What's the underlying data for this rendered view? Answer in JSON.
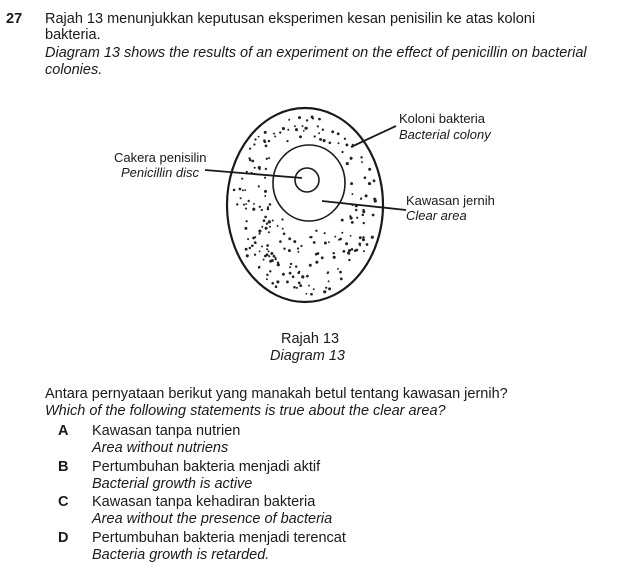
{
  "question": {
    "number": "27",
    "malay_line1": "Rajah 13 menunjukkan keputusan eksperimen kesan penisilin ke atas koloni",
    "malay_line2": "bakteria.",
    "english_line1": "Diagram 13 shows the results of an experiment on the effect of penicillin on bacterial",
    "english_line2": "colonies."
  },
  "diagram": {
    "label_colony_malay": "Koloni bakteria",
    "label_colony_english": "Bacterial colony",
    "label_disc_malay": "Cakera penisilin",
    "label_disc_english": "Penicillin disc",
    "label_clear_malay": "Kawasan jernih",
    "label_clear_english": "Clear area",
    "caption_malay": "Rajah 13",
    "caption_english": "Diagram 13"
  },
  "stem": {
    "malay": "Antara pernyataan berikut yang manakah betul tentang kawasan jernih?",
    "english": "Which of the following statements is true about the clear area?"
  },
  "options": [
    {
      "letter": "A",
      "malay": "Kawasan tanpa nutrien",
      "english": "Area without nutriens"
    },
    {
      "letter": "B",
      "malay": "Pertumbuhan bakteria menjadi aktif",
      "english": "Bacterial growth is active"
    },
    {
      "letter": "C",
      "malay": "Kawasan tanpa kehadiran bakteria",
      "english": "Area without the presence of bacteria"
    },
    {
      "letter": "D",
      "malay": "Pertumbuhan bakteria menjadi terencat",
      "english": "Bacteria growth is retarded."
    }
  ]
}
